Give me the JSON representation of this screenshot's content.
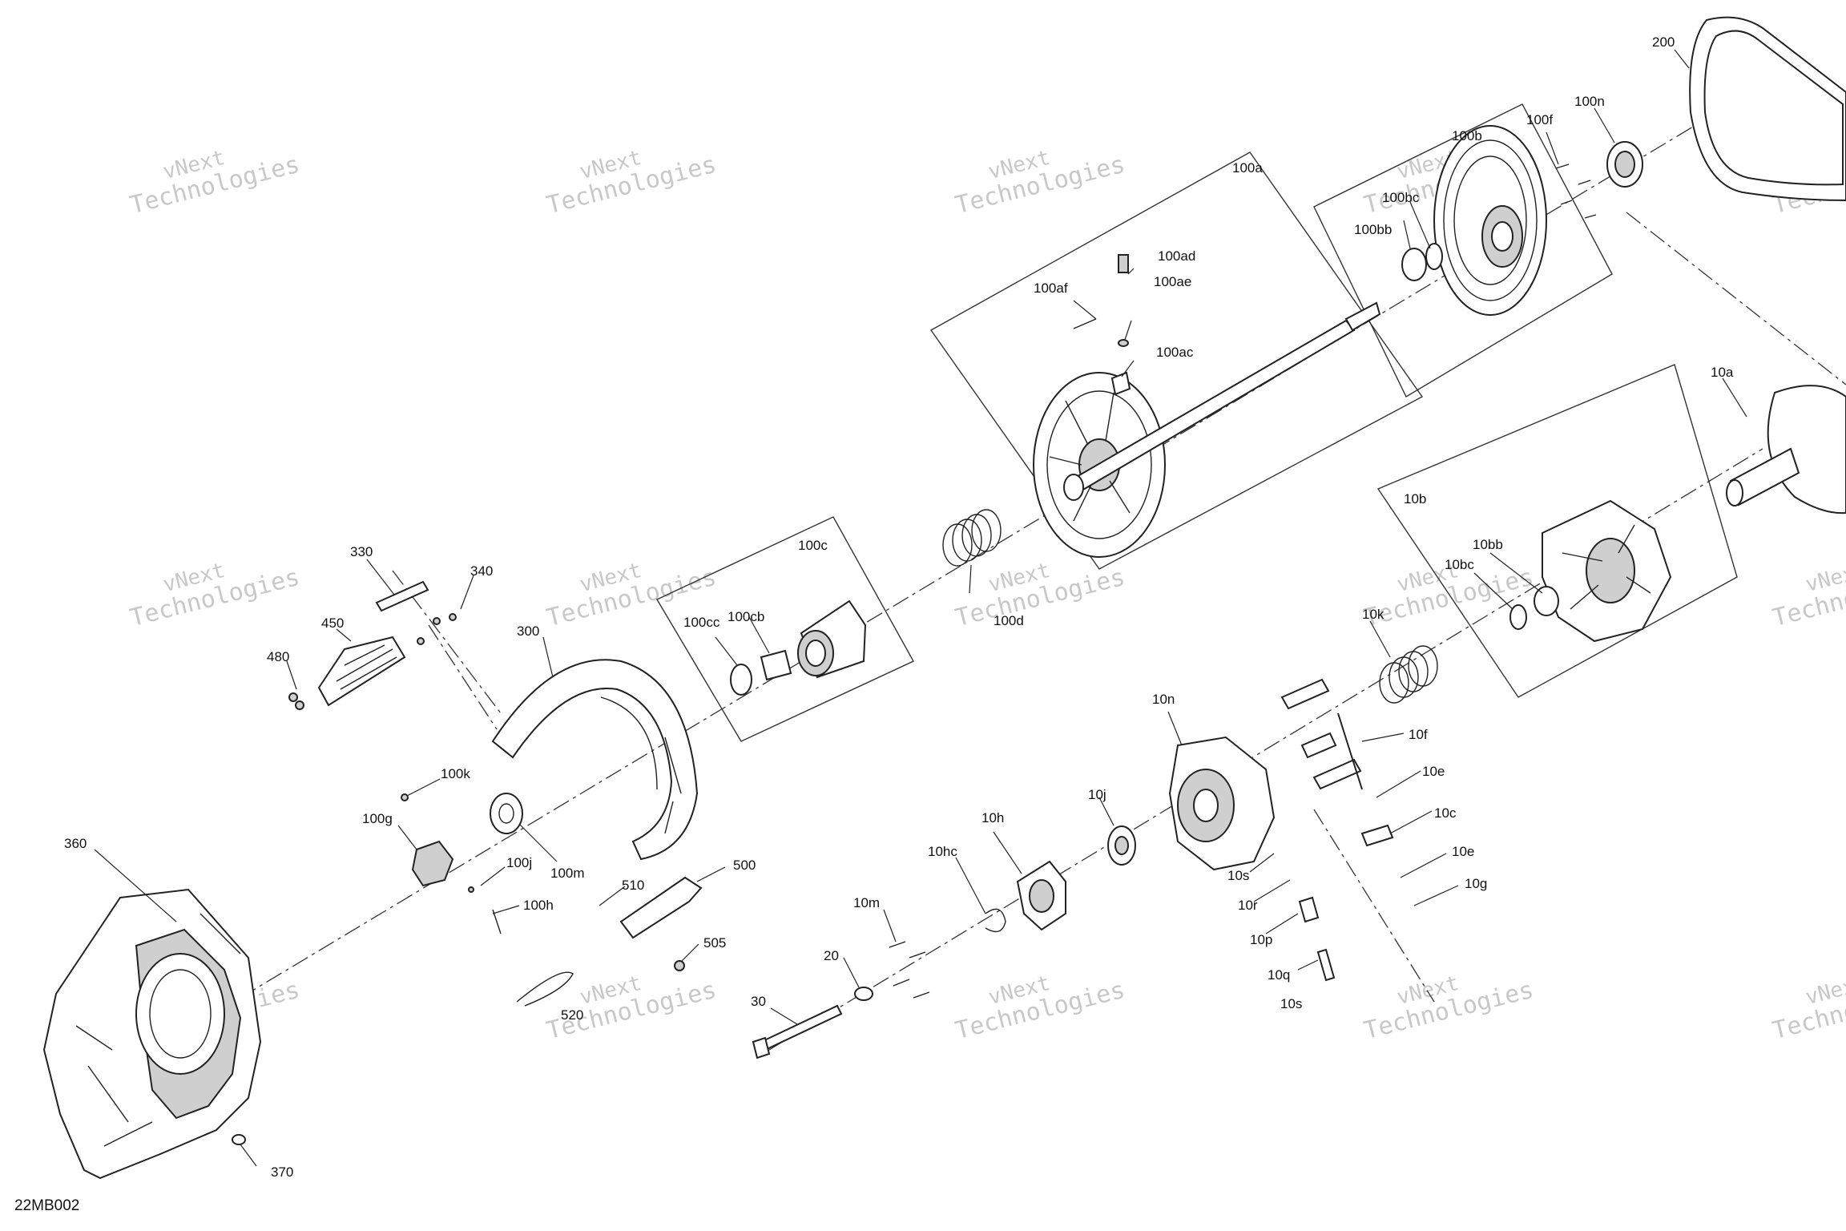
{
  "diagram": {
    "code": "22MB002",
    "watermark": {
      "line1": "vNext",
      "line2": "Technologies"
    },
    "callouts": [
      "200",
      "100n",
      "100f",
      "100b",
      "100bc",
      "100bb",
      "100a",
      "100ad",
      "100af",
      "100ae",
      "100ac",
      "100d",
      "100c",
      "100cb",
      "100cc",
      "10a",
      "10b",
      "10bb",
      "10bc",
      "10k",
      "10n",
      "10f",
      "10e",
      "10c",
      "10e",
      "10g",
      "10s",
      "10r",
      "10p",
      "10q",
      "10s",
      "10j",
      "10h",
      "10hc",
      "10m",
      "20",
      "30",
      "330",
      "340",
      "450",
      "480",
      "300",
      "100k",
      "100g",
      "100j",
      "100h",
      "100m",
      "510",
      "500",
      "505",
      "520",
      "360",
      "370"
    ]
  }
}
